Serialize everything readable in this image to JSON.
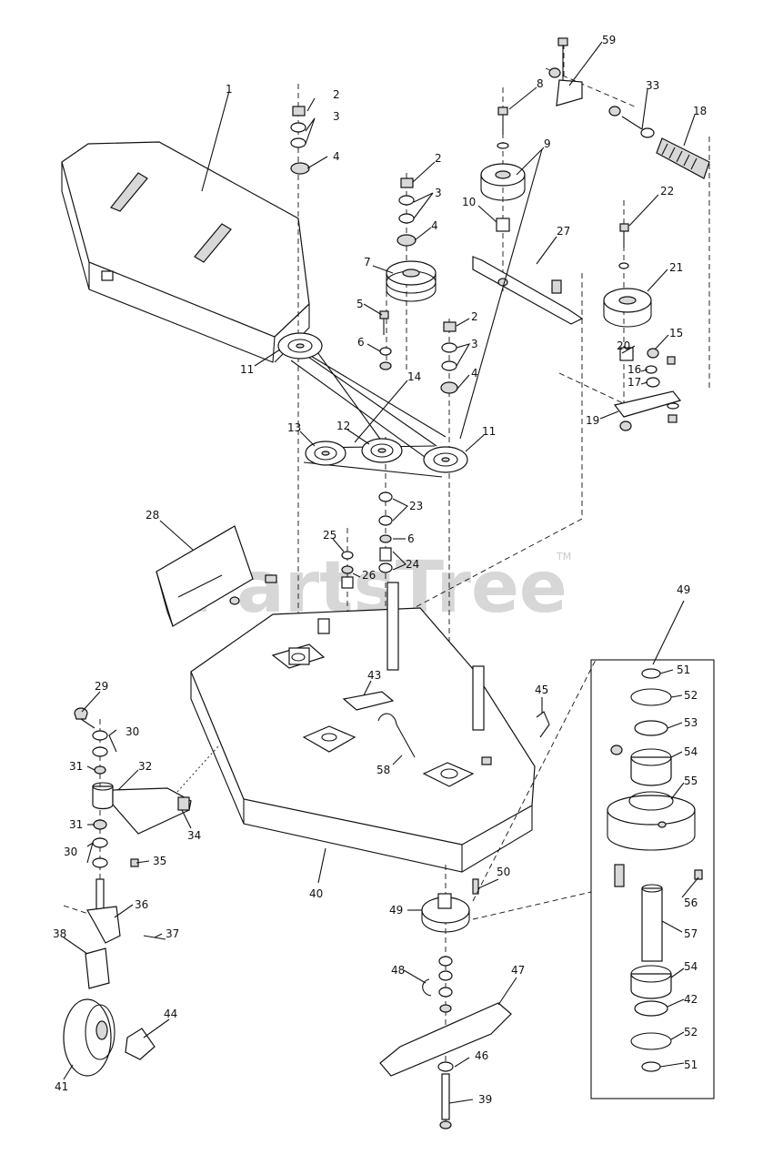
{
  "watermark": {
    "text": "PartsTree",
    "trademark": "TM"
  },
  "callouts": [
    {
      "id": "1",
      "label": "1"
    },
    {
      "id": "2a",
      "label": "2"
    },
    {
      "id": "3a",
      "label": "3"
    },
    {
      "id": "4a",
      "label": "4"
    },
    {
      "id": "2b",
      "label": "2"
    },
    {
      "id": "3b",
      "label": "3"
    },
    {
      "id": "4b",
      "label": "4"
    },
    {
      "id": "7",
      "label": "7"
    },
    {
      "id": "5",
      "label": "5"
    },
    {
      "id": "6a",
      "label": "6"
    },
    {
      "id": "2c",
      "label": "2"
    },
    {
      "id": "3c",
      "label": "3"
    },
    {
      "id": "4c",
      "label": "4"
    },
    {
      "id": "11a",
      "label": "11"
    },
    {
      "id": "14",
      "label": "14"
    },
    {
      "id": "13",
      "label": "13"
    },
    {
      "id": "12",
      "label": "12"
    },
    {
      "id": "11b",
      "label": "11"
    },
    {
      "id": "8",
      "label": "8"
    },
    {
      "id": "59",
      "label": "59"
    },
    {
      "id": "33",
      "label": "33"
    },
    {
      "id": "18",
      "label": "18"
    },
    {
      "id": "9",
      "label": "9"
    },
    {
      "id": "10",
      "label": "10"
    },
    {
      "id": "27",
      "label": "27"
    },
    {
      "id": "22",
      "label": "22"
    },
    {
      "id": "21",
      "label": "21"
    },
    {
      "id": "15",
      "label": "15"
    },
    {
      "id": "20",
      "label": "20"
    },
    {
      "id": "16",
      "label": "16"
    },
    {
      "id": "17",
      "label": "17"
    },
    {
      "id": "19",
      "label": "19"
    },
    {
      "id": "23",
      "label": "23"
    },
    {
      "id": "6b",
      "label": "6"
    },
    {
      "id": "24",
      "label": "24"
    },
    {
      "id": "25",
      "label": "25"
    },
    {
      "id": "26",
      "label": "26"
    },
    {
      "id": "28",
      "label": "28"
    },
    {
      "id": "43",
      "label": "43"
    },
    {
      "id": "45",
      "label": "45"
    },
    {
      "id": "58",
      "label": "58"
    },
    {
      "id": "29",
      "label": "29"
    },
    {
      "id": "30a",
      "label": "30"
    },
    {
      "id": "31a",
      "label": "31"
    },
    {
      "id": "32",
      "label": "32"
    },
    {
      "id": "34",
      "label": "34"
    },
    {
      "id": "31b",
      "label": "31"
    },
    {
      "id": "30b",
      "label": "30"
    },
    {
      "id": "35",
      "label": "35"
    },
    {
      "id": "36",
      "label": "36"
    },
    {
      "id": "37",
      "label": "37"
    },
    {
      "id": "38",
      "label": "38"
    },
    {
      "id": "40",
      "label": "40"
    },
    {
      "id": "50",
      "label": "50"
    },
    {
      "id": "49a",
      "label": "49"
    },
    {
      "id": "48",
      "label": "48"
    },
    {
      "id": "47",
      "label": "47"
    },
    {
      "id": "46",
      "label": "46"
    },
    {
      "id": "39",
      "label": "39"
    },
    {
      "id": "41",
      "label": "41"
    },
    {
      "id": "44",
      "label": "44"
    },
    {
      "id": "49b",
      "label": "49"
    },
    {
      "id": "51a",
      "label": "51"
    },
    {
      "id": "52a",
      "label": "52"
    },
    {
      "id": "53",
      "label": "53"
    },
    {
      "id": "54a",
      "label": "54"
    },
    {
      "id": "55",
      "label": "55"
    },
    {
      "id": "56",
      "label": "56"
    },
    {
      "id": "57",
      "label": "57"
    },
    {
      "id": "54b",
      "label": "54"
    },
    {
      "id": "42",
      "label": "42"
    },
    {
      "id": "52b",
      "label": "52"
    },
    {
      "id": "51b",
      "label": "51"
    }
  ]
}
